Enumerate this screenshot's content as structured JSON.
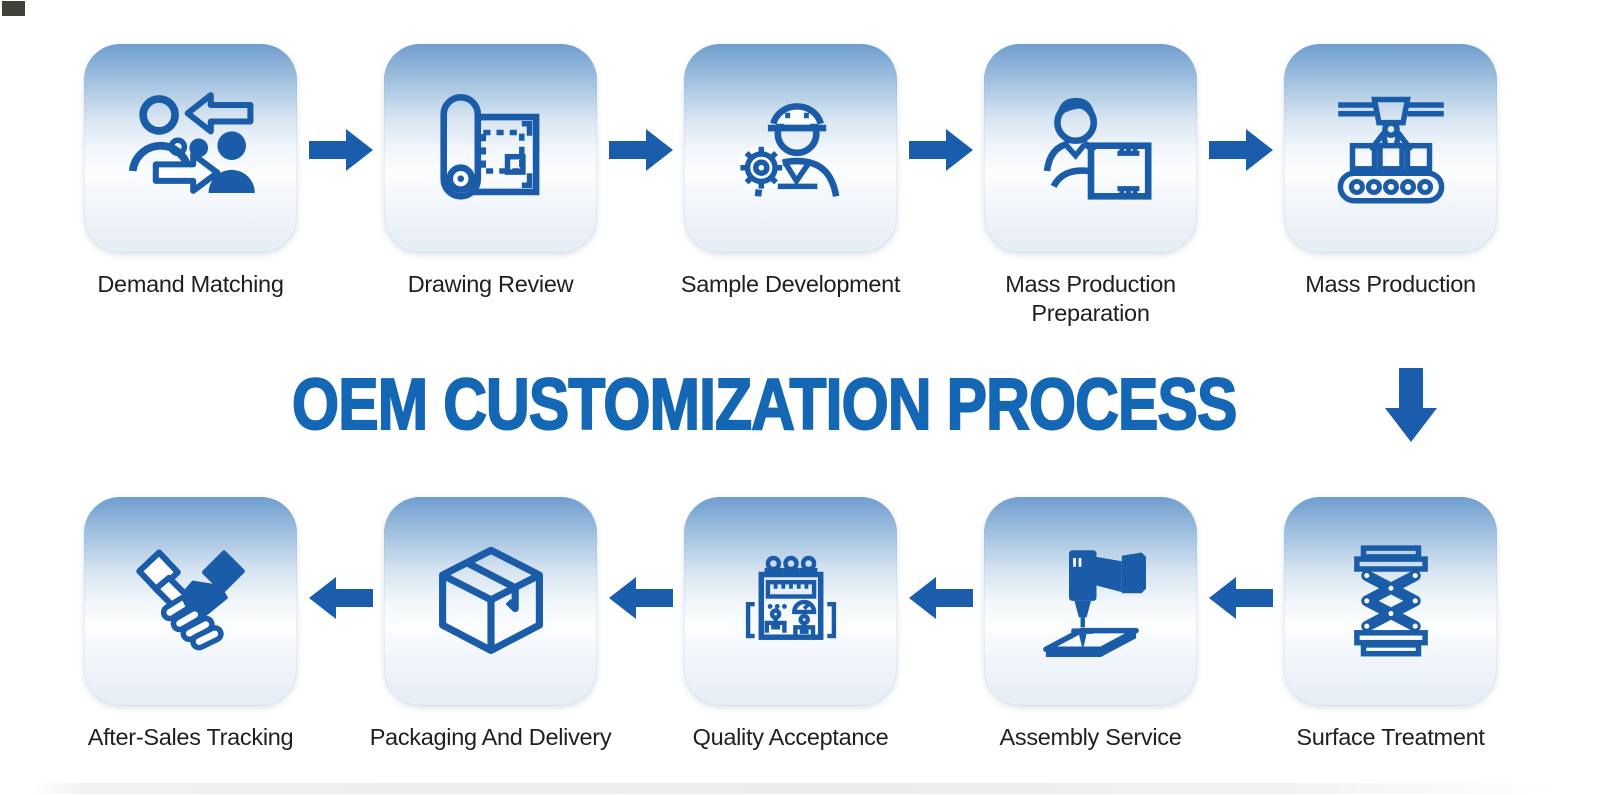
{
  "title": "OEM CUSTOMIZATION PROCESS",
  "colors": {
    "accent_blue": "#1b5dad",
    "icon_blue": "#1b5ca8",
    "title_blue": "#1467b5",
    "label_text": "#1f1f22",
    "box_gradient_top": "#6f9ecf",
    "box_gradient_bottom": "#e5edf6"
  },
  "rows": [
    {
      "direction": "right",
      "steps": [
        {
          "label": "Demand Matching",
          "icon": "people-exchange-icon"
        },
        {
          "label": "Drawing Review",
          "icon": "blueprint-icon"
        },
        {
          "label": "Sample Development",
          "icon": "engineer-gear-icon"
        },
        {
          "label": "Mass Production Preparation",
          "icon": "worker-package-icon"
        },
        {
          "label": "Mass Production",
          "icon": "conveyor-belt-icon"
        }
      ]
    },
    {
      "direction": "left",
      "steps": [
        {
          "label": "After-Sales Tracking",
          "icon": "handshake-icon"
        },
        {
          "label": "Packaging And Delivery",
          "icon": "package-box-icon"
        },
        {
          "label": "Quality Acceptance",
          "icon": "inspection-machine-icon"
        },
        {
          "label": "Assembly Service",
          "icon": "drill-icon"
        },
        {
          "label": "Surface Treatment",
          "icon": "scissor-lift-icon"
        }
      ]
    }
  ]
}
